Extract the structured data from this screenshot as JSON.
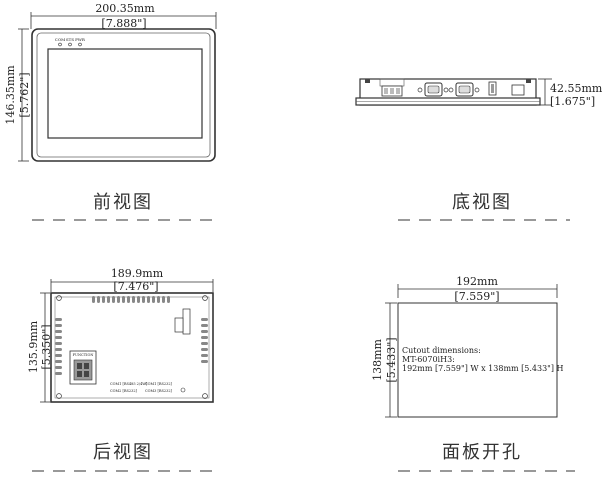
{
  "front": {
    "caption": "前视图",
    "width_mm": "200.35mm",
    "width_in": "[7.888\"]",
    "height_mm": "146.35mm",
    "height_in": "[5.762\"]",
    "leds": [
      "COM",
      "STS",
      "PWR"
    ]
  },
  "bottom": {
    "caption": "底视图",
    "depth_mm": "42.55mm",
    "depth_in": "[1.675\"]"
  },
  "rear": {
    "caption": "后视图",
    "width_mm": "189.9mm",
    "width_in": "[7.476\"]",
    "height_mm": "135.9mm",
    "height_in": "[5.350\"]",
    "terminal_label": "FUNCTION",
    "sticker_left": [
      "COM1 [RS485 2/4W]",
      "COM2 [RS232]"
    ],
    "sticker_right": [
      "COM1 [RS232]",
      "COM3 [RS232]"
    ]
  },
  "cutout": {
    "caption": "面板开孔",
    "width_mm": "192mm",
    "width_in": "[7.559\"]",
    "height_mm": "138mm",
    "height_in": "[5.433\"]",
    "note_title": "Cutout dimensions:",
    "note_model": "MT-6070iH3:",
    "note_size": "192mm [7.559\"] W x 138mm [5.433\"] H"
  }
}
